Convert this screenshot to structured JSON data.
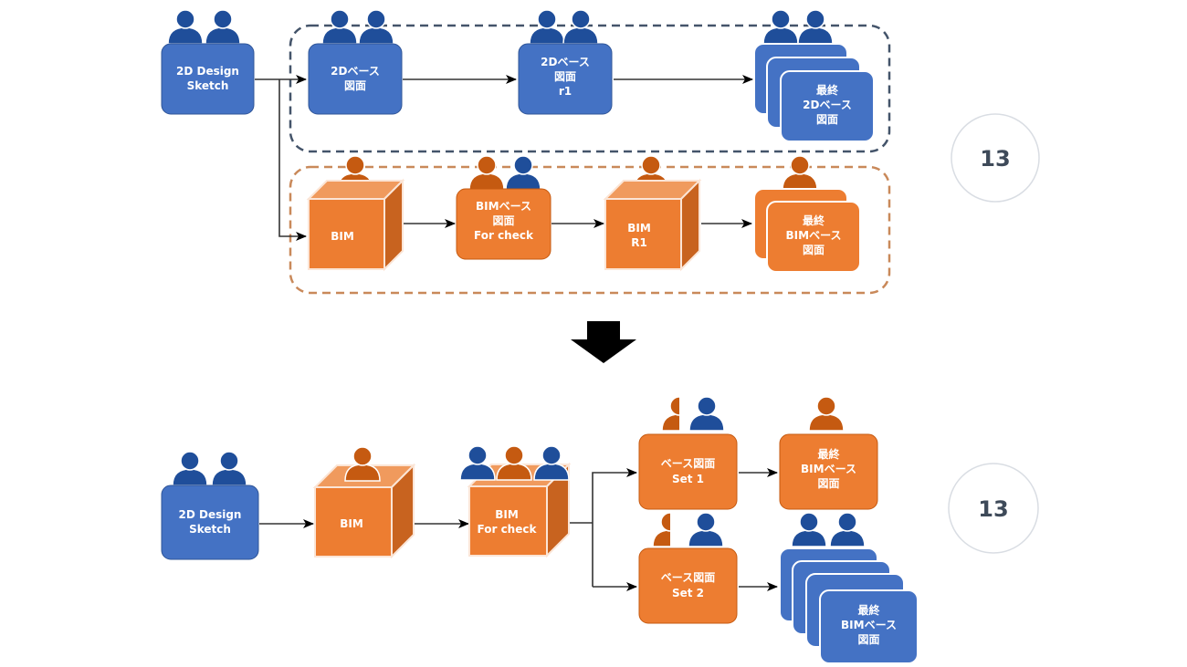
{
  "colors": {
    "blue": "#4472c4",
    "blue_border": "#2f5597",
    "blue_person": "#1f4e9a",
    "orange": "#ed7d31",
    "orange_dark": "#c55a11",
    "orange_side": "#c8631f",
    "orange_top": "#f09a5d",
    "orange_person": "#c55a11",
    "dashed_blue": "#44546a",
    "dashed_orange": "#c9895a",
    "arrow": "#000000",
    "badge_text": "#3e4a59",
    "badge_border": "#d9dde3"
  },
  "top": {
    "sketch": {
      "lines": [
        "2D Design",
        "Sketch"
      ]
    },
    "row_2d": {
      "nodes": [
        {
          "id": "2d-base",
          "lines": [
            "2Dベース",
            "図面"
          ]
        },
        {
          "id": "2d-base-r1",
          "lines": [
            "2Dベース",
            "図面",
            "r1"
          ]
        },
        {
          "id": "final-2d",
          "lines": [
            "最終",
            "2Dベース",
            "図面"
          ]
        }
      ]
    },
    "row_bim": {
      "nodes": [
        {
          "id": "bim",
          "lines": [
            "BIM"
          ]
        },
        {
          "id": "bim-check",
          "lines": [
            "BIMベース",
            "図面",
            "For check"
          ]
        },
        {
          "id": "bim-r1",
          "lines": [
            "BIM",
            "R1"
          ]
        },
        {
          "id": "final-bim",
          "lines": [
            "最終",
            "BIMベース",
            "図面"
          ]
        }
      ]
    },
    "badge": "13"
  },
  "transition_arrow": "down-arrow",
  "bottom": {
    "sketch": {
      "lines": [
        "2D Design",
        "Sketch"
      ]
    },
    "bim": {
      "lines": [
        "BIM"
      ]
    },
    "bim_check": {
      "lines": [
        "BIM",
        "For check"
      ]
    },
    "set1": {
      "lines": [
        "ベース図面",
        "Set 1"
      ]
    },
    "set2": {
      "lines": [
        "ベース図面",
        "Set 2"
      ]
    },
    "final_orange": {
      "lines": [
        "最終",
        "BIMベース",
        "図面"
      ]
    },
    "final_blue": {
      "lines": [
        "最終",
        "BIMベース",
        "図面"
      ]
    },
    "badge": "13"
  }
}
